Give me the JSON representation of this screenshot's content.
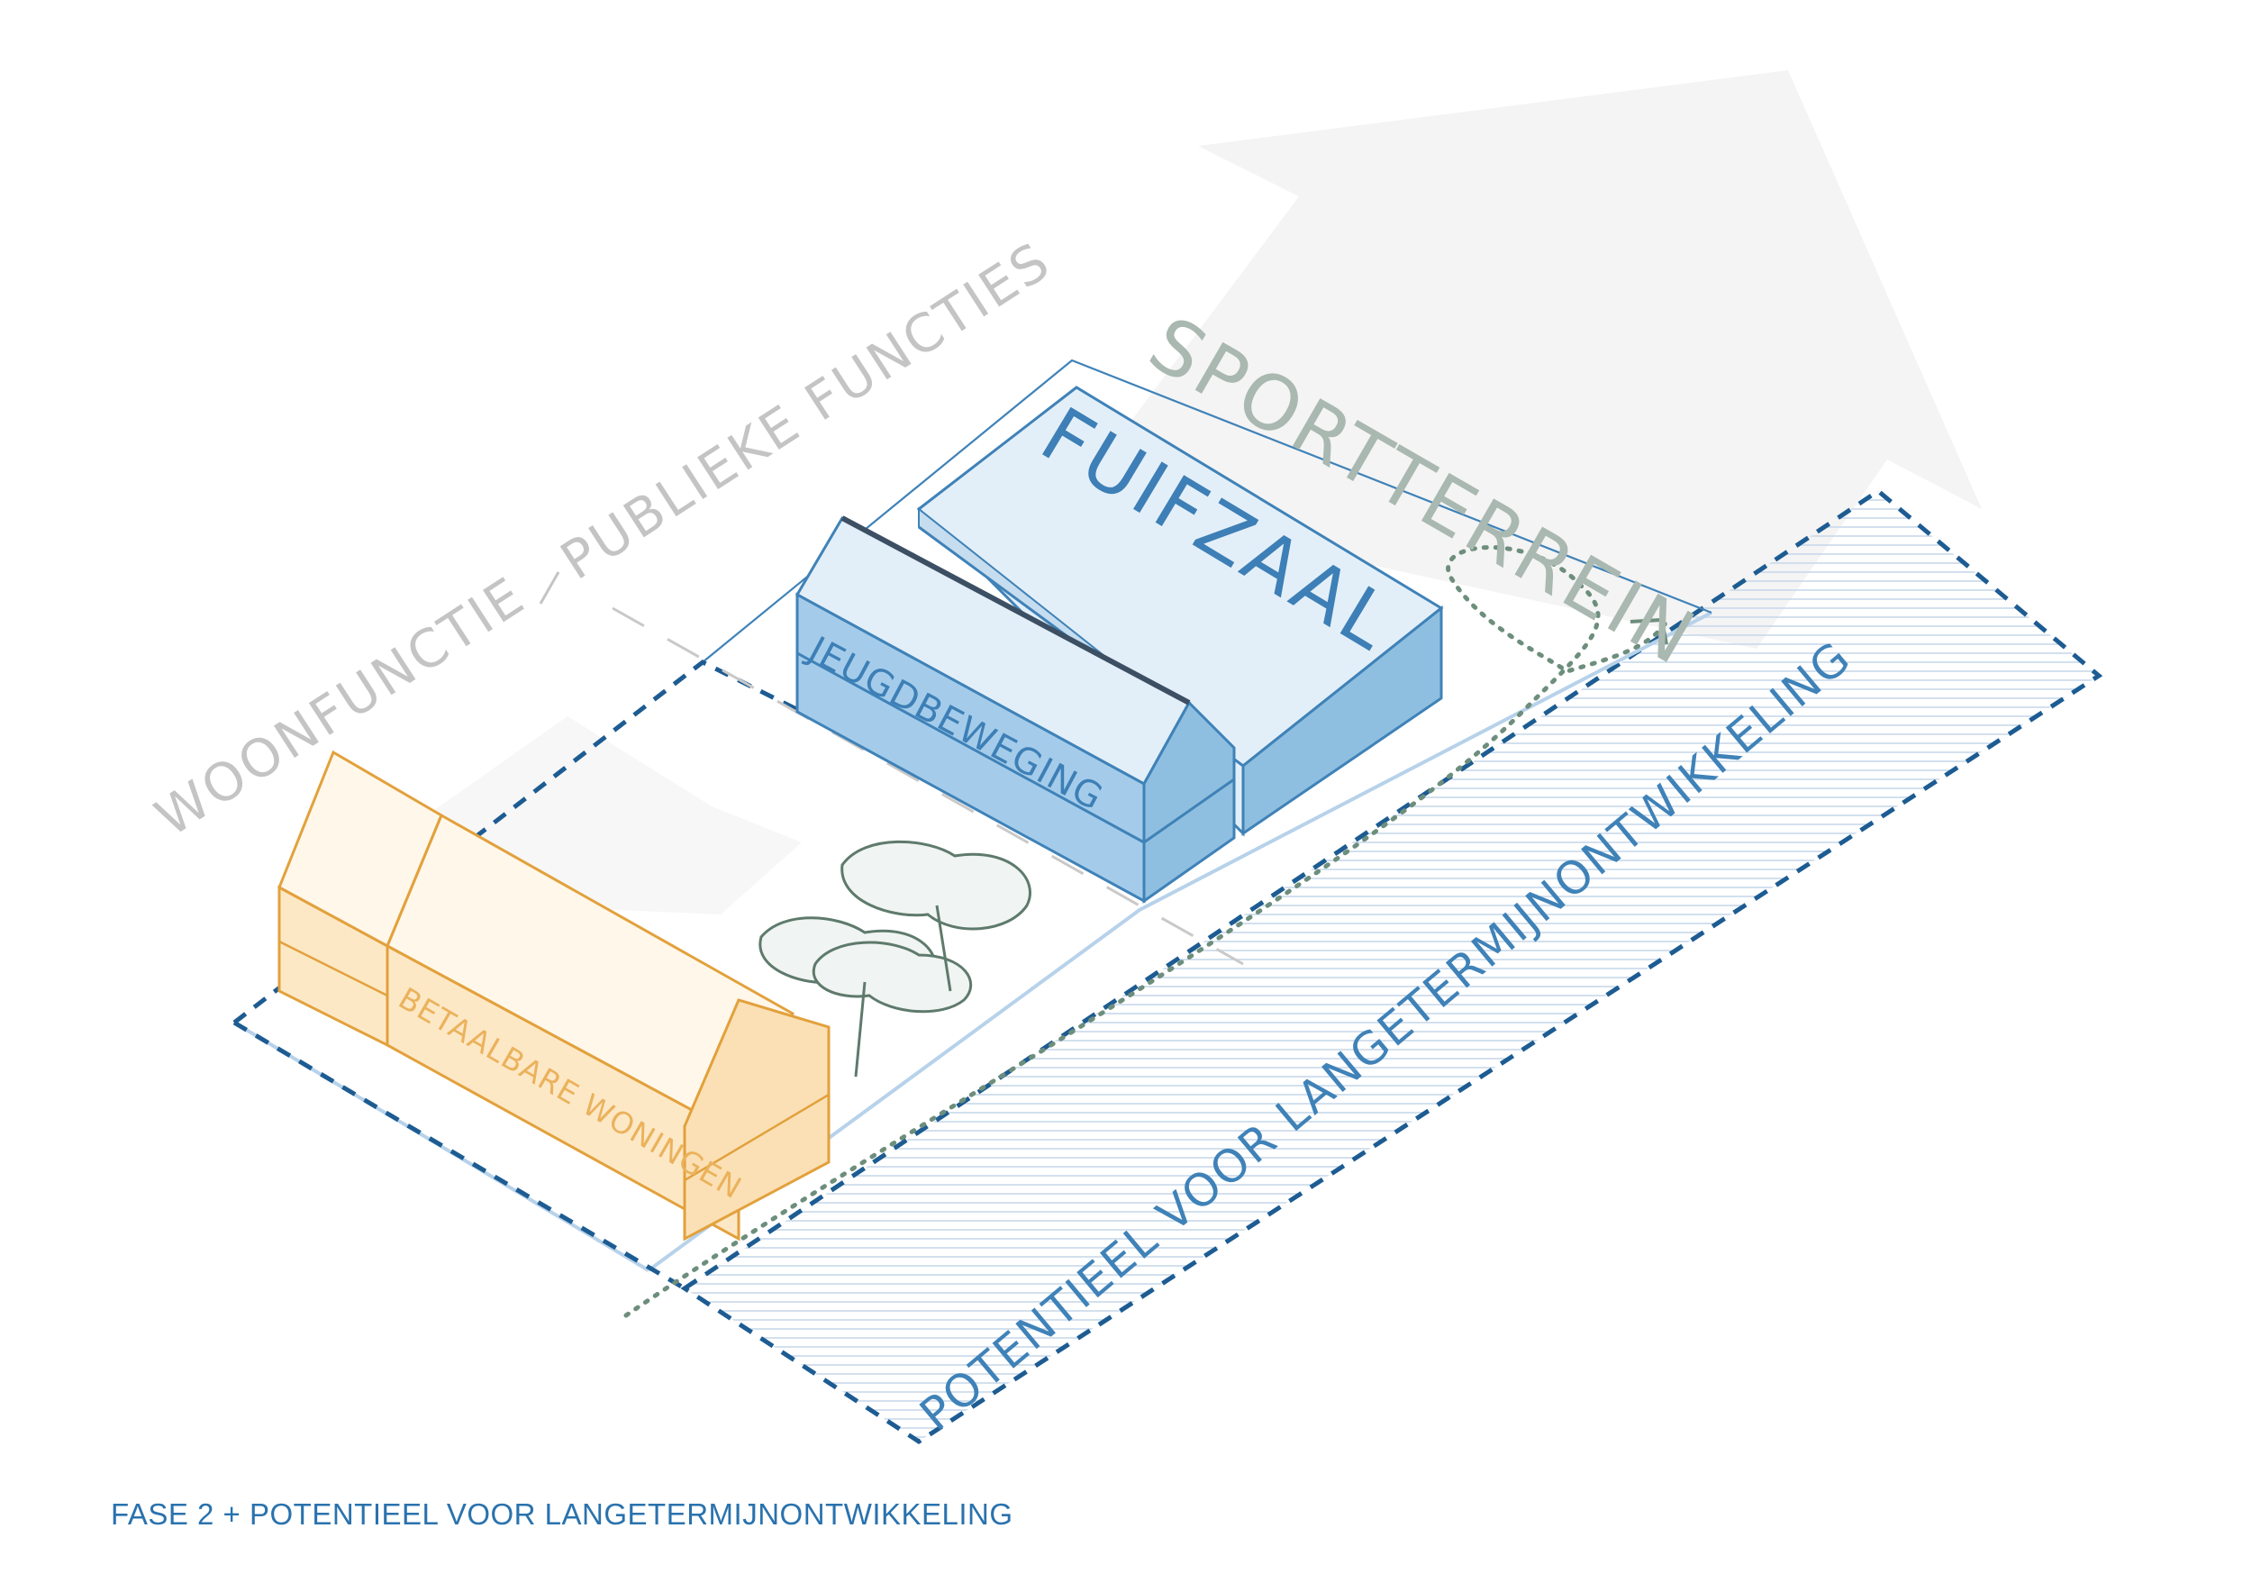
{
  "labels": {
    "sportterrein": "SPORTTERREIN",
    "publieke_functies": "PUBLIEKE FUNCTIES",
    "woonfunctie": "WOONFUNCTIE",
    "fuifzaal": "FUIFZAAL",
    "jeugdbeweging": "JEUGDBEWEGING",
    "betaalbare_woningen": "BETAALBARE WONINGEN",
    "potentieel": "POTENTIEEL VOOR LANGETERMIJNONTWIKKELING"
  },
  "caption": "FASE 2 + POTENTIEEL VOOR LANGETERMIJNONTWIKKELING",
  "colors": {
    "arrow_fill": "#f4f4f4",
    "grey_text": "#c4c4c4",
    "sport_text": "#a9b8b0",
    "blue_line": "#3f82b8",
    "dashed_blue": "#1d5c92",
    "fuifzaal_text": "#3d7fb6",
    "blue_top": "#e3eff8",
    "blue_side": "#8fbfe0",
    "blue_end": "#c6ddef",
    "orange_line": "#e2a13c",
    "orange_top": "#fff7ea",
    "orange_side": "#fde8c6",
    "orange_text": "#ebb25c",
    "tree_fill": "#f0f4f2",
    "tree_line": "#5e7a6c",
    "path_green": "#6d8e7c",
    "hatch": "#c8d9ea",
    "caption_text": "#2a72ad"
  }
}
